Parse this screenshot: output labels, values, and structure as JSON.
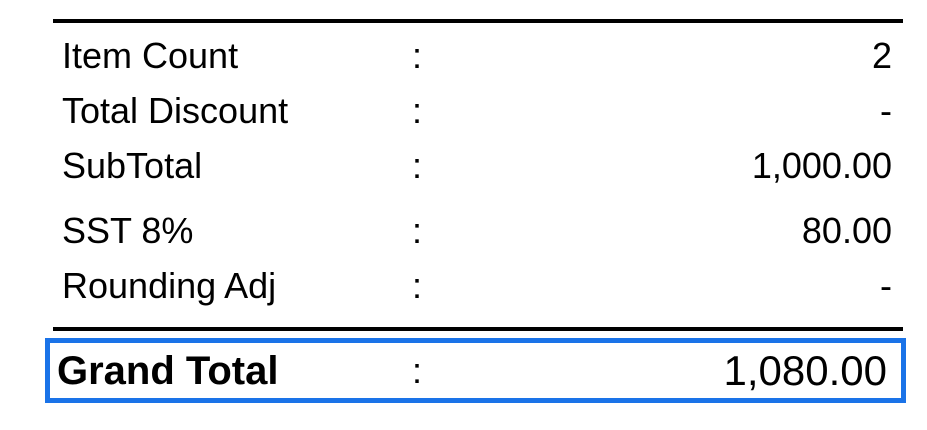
{
  "totals": {
    "colon": ":",
    "rows": [
      {
        "label": "Item Count",
        "value": "2"
      },
      {
        "label": "Total Discount",
        "value": "-"
      },
      {
        "label": "SubTotal",
        "value": "1,000.00"
      },
      {
        "label": "SST 8%",
        "value": "80.00"
      },
      {
        "label": "Rounding Adj",
        "value": "-"
      }
    ],
    "grand_total": {
      "label": "Grand Total",
      "value": "1,080.00"
    }
  },
  "colors": {
    "highlight_border": "#1a73e8",
    "text": "#000000",
    "rule": "#000000",
    "background": "#ffffff"
  }
}
